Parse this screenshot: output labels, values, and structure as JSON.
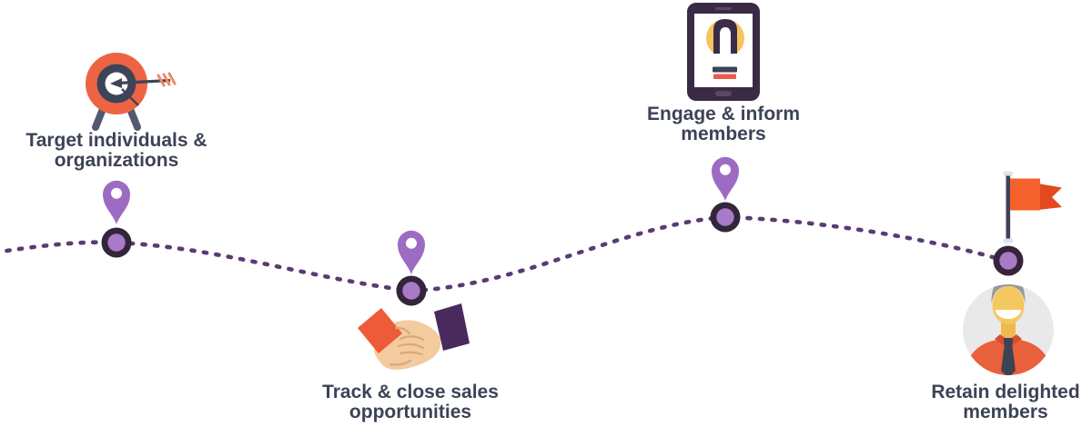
{
  "diagram": {
    "type": "journey-path-infographic",
    "description_visible_text_only": true
  },
  "colors": {
    "background": "#ffffff",
    "label_text": "#3d4356",
    "route_dots": "#5a3b74",
    "node_ring": "#33253a",
    "node_center": "#a87ac7",
    "pin_purple": "#9d6bc2",
    "target_orange": "#ed6444",
    "icon_navy": "#3d4458",
    "stand_gray": "#515a6e",
    "arrow_feather": "#f08a64",
    "sleeve_orange": "#ee5b39",
    "sleeve_purple": "#4a2a5c",
    "hand_skin": "#f4cb9e",
    "hand_lines": "#dca87b",
    "phone_body": "#3a2b45",
    "phone_screen": "#ffffff",
    "phone_accent_yellow": "#f6c45f",
    "phone_hair": "#3a2d45",
    "phone_bar_navy": "#3d4254",
    "phone_bar_red": "#ef5a4e",
    "flag_orange": "#f4612d",
    "flag_ribbon": "#e2491e",
    "pole_navy": "#3d4254",
    "pole_caps": "#dde2ec",
    "avatar_bg": "#e9e9e9",
    "avatar_hair": "#97999b",
    "avatar_face": "#f5c75f",
    "avatar_shirt": "#e8603c",
    "avatar_collar": "#d44f31",
    "tie_navy": "#3d4254"
  },
  "stages": [
    {
      "id": "target",
      "icon": "target-arrow-icon",
      "lines": [
        "Target individuals &",
        "organizations"
      ]
    },
    {
      "id": "track",
      "icon": "handshake-icon",
      "lines": [
        "Track & close sales",
        "opportunities"
      ]
    },
    {
      "id": "engage",
      "icon": "phone-member-icon",
      "lines": [
        "Engage & inform",
        "members"
      ]
    },
    {
      "id": "retain",
      "icons": [
        "finish-flag-icon",
        "member-avatar-icon"
      ],
      "lines": [
        "Retain delighted",
        "members"
      ]
    }
  ]
}
